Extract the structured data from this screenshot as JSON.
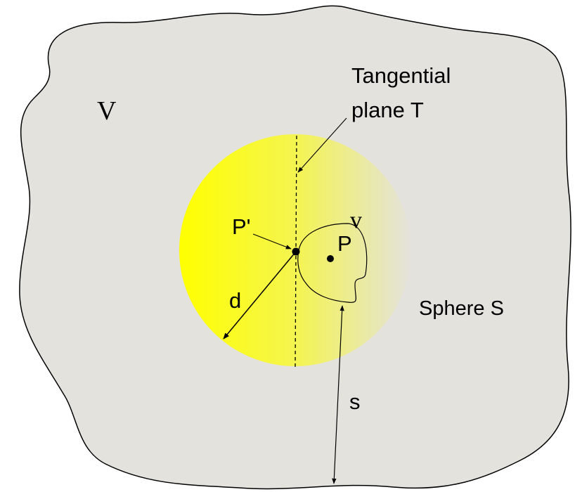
{
  "labels": {
    "volume_V": "V",
    "tangential_plane": [
      "Tangential",
      "plane T"
    ],
    "point_P_prime": "P'",
    "point_P": "P",
    "subvolume_v": "v",
    "distance_d": "d",
    "sphere_S": "Sphere S",
    "distance_s": "s"
  },
  "colors": {
    "volume_fill": "#e3e2dd",
    "outline": "#000000",
    "sphere_bright": "#ffff00",
    "sphere_mid": "#f2f24a",
    "sphere_fade": "#e3e2dd"
  }
}
